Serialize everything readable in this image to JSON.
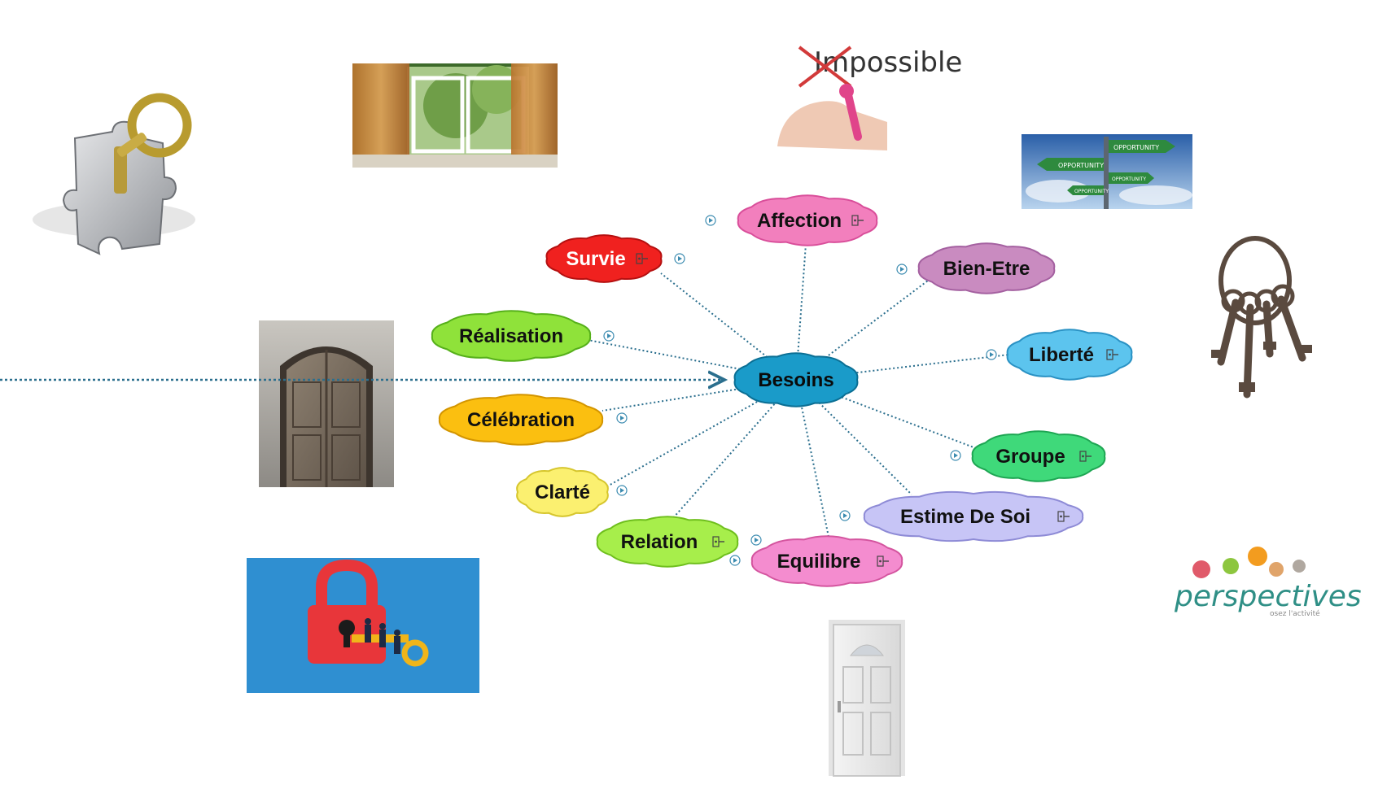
{
  "center": {
    "label": "Besoins",
    "fill": "#1a9bc9",
    "stroke": "#0b6f94",
    "text_color": "#0a0a0a"
  },
  "nodes": [
    {
      "id": "affection",
      "label": "Affection",
      "fill": "#f27fbd",
      "stroke": "#d94e9a",
      "text_color": "#111111",
      "note_icon": true
    },
    {
      "id": "survie",
      "label": "Survie",
      "fill": "#f0211f",
      "stroke": "#b51010",
      "text_color": "#ffffff",
      "note_icon": true
    },
    {
      "id": "bien-etre",
      "label": "Bien-Etre",
      "fill": "#c98bc0",
      "stroke": "#a460a0",
      "text_color": "#111111",
      "note_icon": false
    },
    {
      "id": "realisation",
      "label": "Réalisation",
      "fill": "#8fe23a",
      "stroke": "#56b01a",
      "text_color": "#111111",
      "note_icon": false
    },
    {
      "id": "liberte",
      "label": "Liberté",
      "fill": "#5cc4ee",
      "stroke": "#2a92c4",
      "text_color": "#111111",
      "note_icon": true
    },
    {
      "id": "celebration",
      "label": "Célébration",
      "fill": "#fbbf10",
      "stroke": "#d39500",
      "text_color": "#111111",
      "note_icon": false
    },
    {
      "id": "groupe",
      "label": "Groupe",
      "fill": "#3fd97a",
      "stroke": "#1ea653",
      "text_color": "#111111",
      "note_icon": true
    },
    {
      "id": "clarte",
      "label": "Clarté",
      "fill": "#fbf070",
      "stroke": "#d6c62e",
      "text_color": "#111111",
      "note_icon": false
    },
    {
      "id": "estime",
      "label": "Estime De Soi",
      "fill": "#c7c5f6",
      "stroke": "#8e8bd6",
      "text_color": "#111111",
      "note_icon": true
    },
    {
      "id": "relation",
      "label": "Relation",
      "fill": "#a7ee4b",
      "stroke": "#6fbf1d",
      "text_color": "#111111",
      "note_icon": true
    },
    {
      "id": "equilibre",
      "label": "Equilibre",
      "fill": "#f48ccf",
      "stroke": "#d4559f",
      "text_color": "#111111",
      "note_icon": true
    }
  ],
  "images": {
    "impossible_text": "Impossible",
    "signpost_words": [
      "OPPORTUNITY",
      "OPPORTUNITY",
      "OPPORTUNITY",
      "OPPORTUNITY"
    ],
    "logo": {
      "word": "perspectives",
      "tagline": "osez l'activité"
    }
  },
  "connector_color": "#2b6f8e"
}
